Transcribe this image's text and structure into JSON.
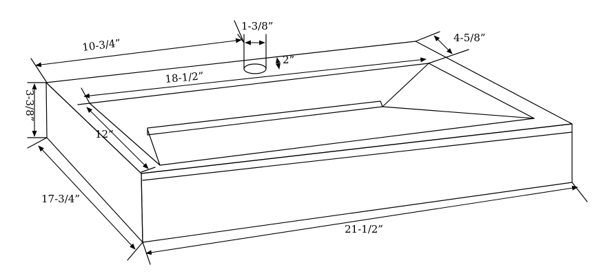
{
  "diagram": {
    "dimensions": {
      "top_half_length": "10-3/4”",
      "drain_diameter": "1-3/8”",
      "drain_offset": "2”",
      "rim_width": "4-5/8”",
      "height": "3-3/8”",
      "basin_length": "18-1/2”",
      "basin_width": "12”",
      "depth": "17-3/4”",
      "overall_length": "21-1/2”"
    }
  }
}
